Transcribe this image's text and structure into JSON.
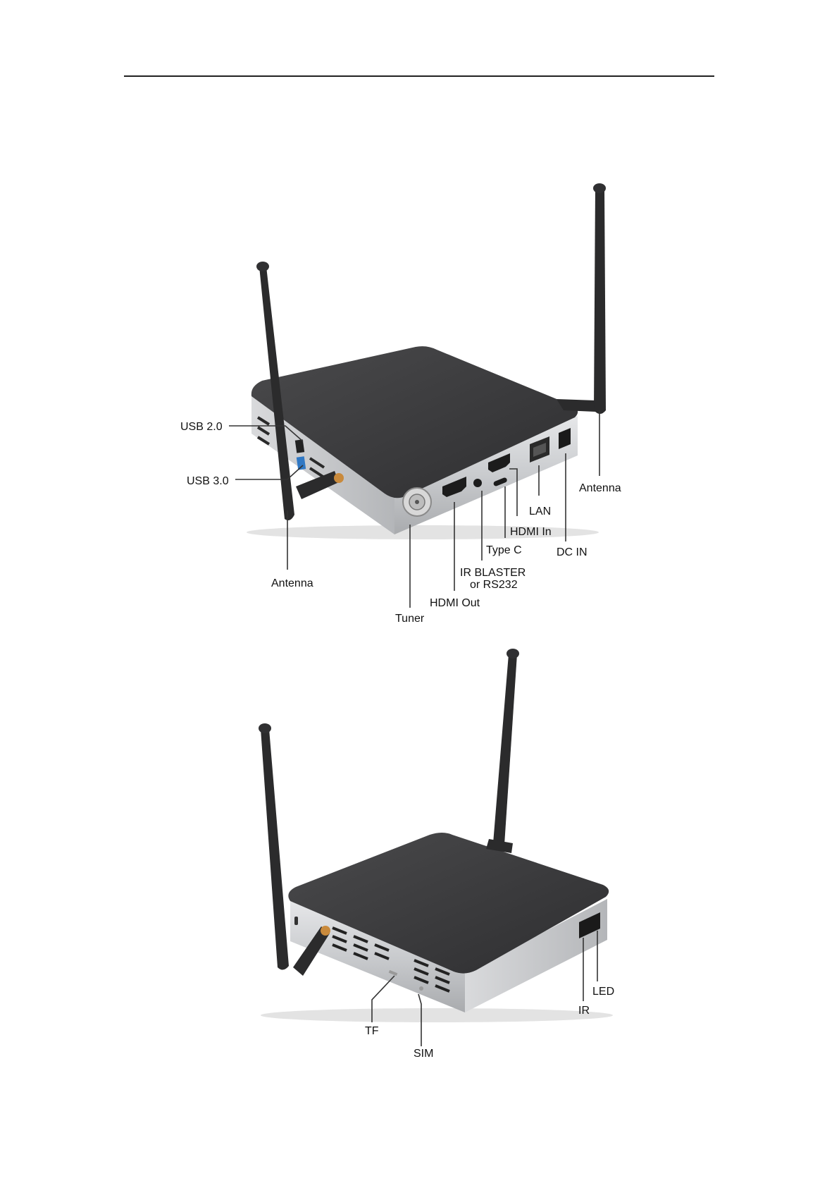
{
  "figure1": {
    "callouts": {
      "usb20": "USB 2.0",
      "usb30": "USB 3.0",
      "antenna_left": "Antenna",
      "antenna_right": "Antenna",
      "tuner": "Tuner",
      "hdmi_out": "HDMI Out",
      "ir_blaster_line1": "IR BLASTER",
      "ir_blaster_line2": "or RS232",
      "type_c": "Type C",
      "hdmi_in": "HDMI In",
      "lan": "LAN",
      "dc_in": "DC IN"
    }
  },
  "figure2": {
    "callouts": {
      "tf": "TF",
      "sim": "SIM",
      "ir": "IR",
      "led": "LED"
    }
  },
  "colors": {
    "device_top": "#3b3b3d",
    "device_body": "#cfd1d4",
    "antenna": "#2b2b2c",
    "usb3_blue": "#2f78c4",
    "connector_gold": "#c98a3c"
  }
}
